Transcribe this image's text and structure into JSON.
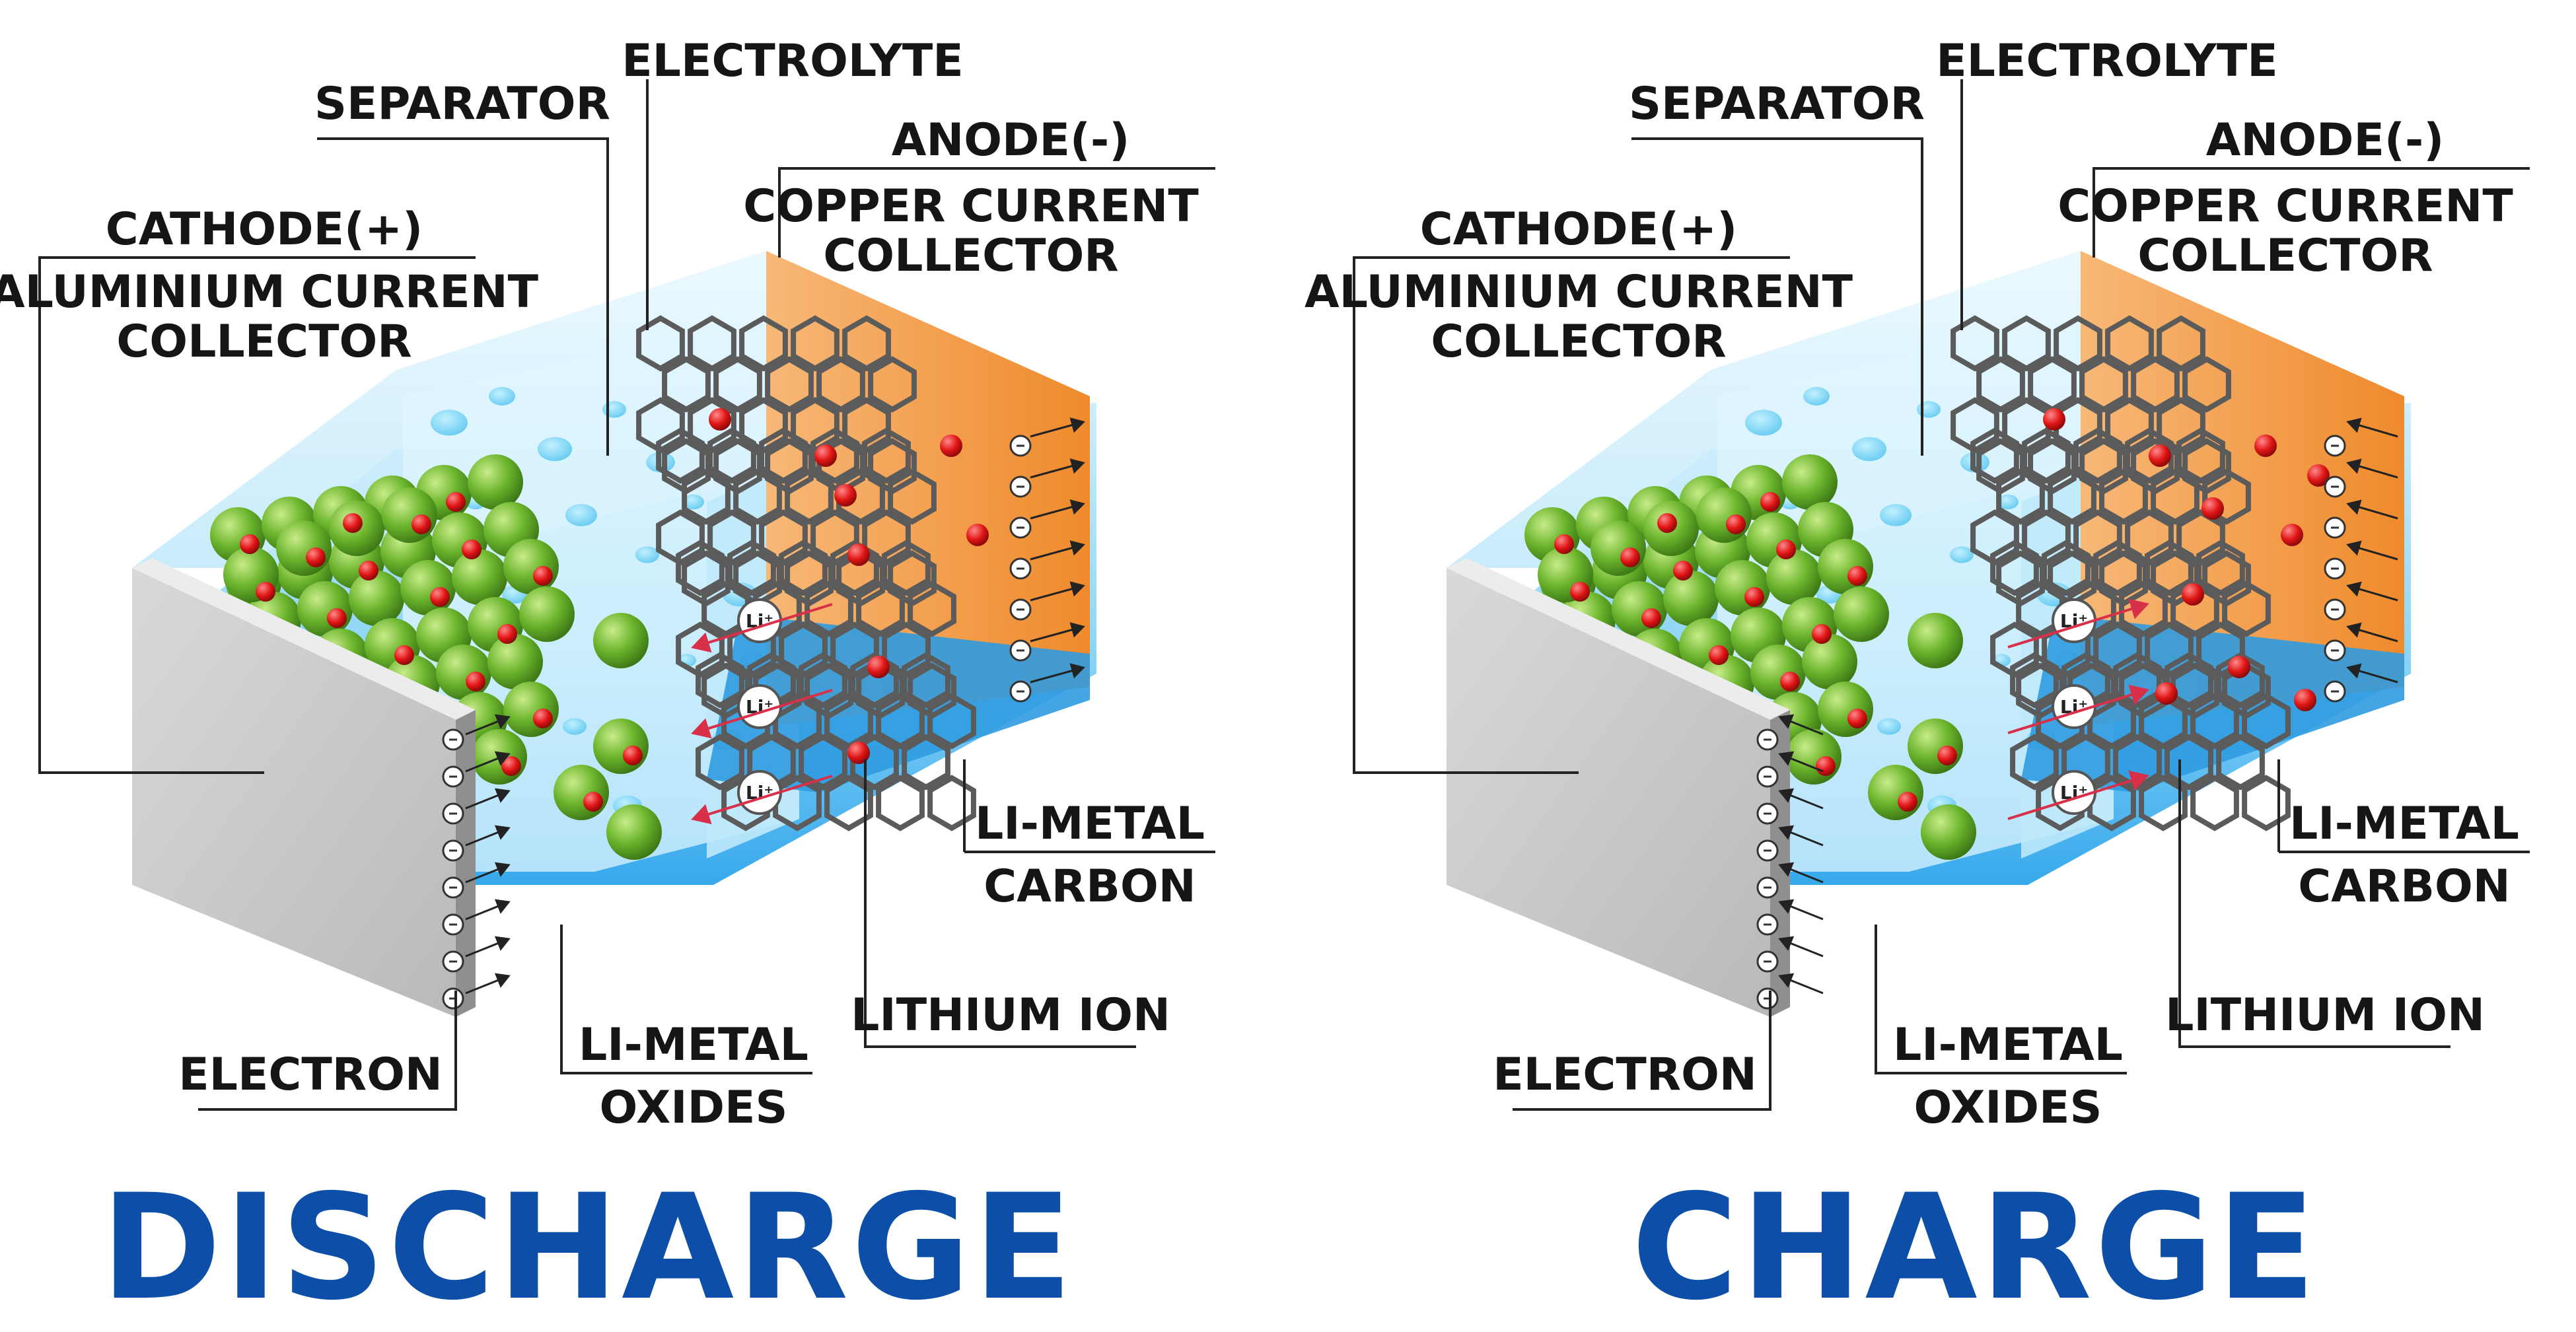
{
  "colors": {
    "electrolyte_light": "#cfeefb",
    "electrolyte_dark": "#37a9ec",
    "anode_orange": "#f29a46",
    "cathode_grey": "#c8c8c8",
    "particle_green": "#6cb52d",
    "lithium_red": "#e01515",
    "graphite_grey": "#5b5b5b",
    "arrow_red": "#d9304a",
    "title_blue": "#0d4fa8",
    "text_black": "#151515"
  },
  "panels": [
    {
      "title": "DISCHARGE",
      "labels": {
        "separator": "SEPARATOR",
        "electrolyte": "ELECTROLYTE",
        "anode_line1": "ANODE(-)",
        "anode_line2": "COPPER CURRENT",
        "anode_line3": "COLLECTOR",
        "cathode_line1": "CATHODE(+)",
        "cathode_line2": "ALUMINIUM CURRENT",
        "cathode_line3": "COLLECTOR",
        "li_metal_carbon_line1": "LI-METAL",
        "li_metal_carbon_line2": "CARBON",
        "lithium_ion": "LITHIUM ION",
        "li_metal_oxides_line1": "LI-METAL",
        "li_metal_oxides_line2": "OXIDES",
        "electron": "ELECTRON"
      },
      "ion_symbol": "Li⁺",
      "ion_flow": "anode-to-cathode"
    },
    {
      "title": "CHARGE",
      "labels": {
        "separator": "SEPARATOR",
        "electrolyte": "ELECTROLYTE",
        "anode_line1": "ANODE(-)",
        "anode_line2": "COPPER CURRENT",
        "anode_line3": "COLLECTOR",
        "cathode_line1": "CATHODE(+)",
        "cathode_line2": "ALUMINIUM CURRENT",
        "cathode_line3": "COLLECTOR",
        "li_metal_carbon_line1": "LI-METAL",
        "li_metal_carbon_line2": "CARBON",
        "lithium_ion": "LITHIUM ION",
        "li_metal_oxides_line1": "LI-METAL",
        "li_metal_oxides_line2": "OXIDES",
        "electron": "ELECTRON"
      },
      "ion_symbol": "Li⁺",
      "ion_flow": "cathode-to-anode"
    }
  ]
}
